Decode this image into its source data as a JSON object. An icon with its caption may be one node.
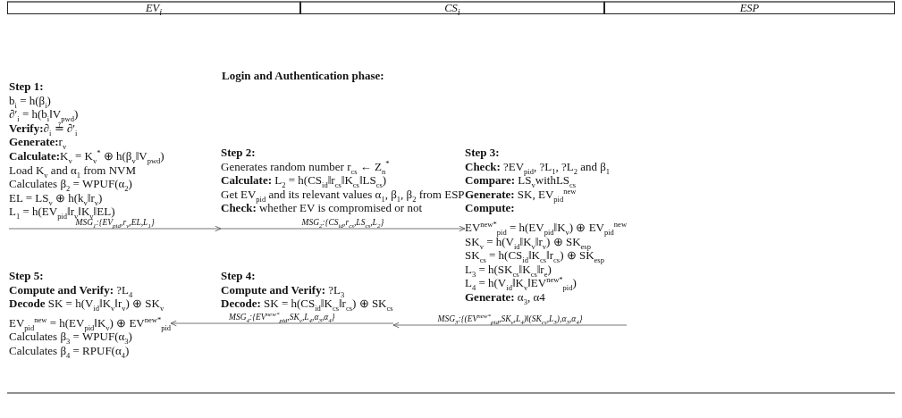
{
  "diagram": {
    "title": "Login and Authentication phase:",
    "nodes": [
      {
        "text": [
          "Step 1:",
          "b$_{i}$ = h(β$_{i}$)",
          "∂′$_{i}$ = h(b$_{i}$‖V$_{pwd}$)",
          "**Verify:**∂$_{i}$ ≟ ∂′$_{i}$",
          "**Generate:**r$_{v}$",
          "**Calculate:**K$_{v}$ = K$_{v}$$^{*}$ ⊕ h(β$_{v}$‖V$_{pwd}$)",
          "Load K$_{v}$ and α$_{1}$ from NVM",
          "Calculates β$_{2}$ = WPUF(α$_{2}$)",
          "EL = LS$_{v}$ ⊕ h(k$_{v}$‖r$_{v}$)",
          "L$_{1}$ = h(EV$_{pid}$‖r$_{v}$‖K$_{v}$‖EL)"
        ]
      },
      {
        "text": [
          "Step 2:",
          "Generates random number r$_{cs}$ ← Z$_{n}$$^{*}$",
          "**Calculate:** L$_{2}$ = h(CS$_{id}$‖r$_{cs}$‖K$_{cs}$‖LS$_{cs}$)",
          "Get EV$_{pid}$ and its relevant values α$_{1}$, β$_{1}$, β$_{2}$ from ESP",
          "**Check:** whether EV is compromised or not"
        ]
      },
      {
        "text": [
          "Step 3:",
          "**Check:** ?EV$_{pid}$, ?L$_{1}$, ?L$_{2}$ and β$_{1}$",
          "**Compare:** LS$_{v}$withLS$_{cs}$",
          "**Generate:** SK, EV$_{pid}$$^{new}$",
          "**Compute:**",
          "EV$^{new*}$$_{pid}$ = h(EV$_{pid}$‖K$_{v}$) ⊕ EV$_{pid}$$^{new}$",
          "SK$_{v}$ = h(V$_{id}$‖K$_{v}$‖r$_{v}$) ⊕ SK$_{esp}$",
          "SK$_{cs}$ = h(CS$_{id}$‖K$_{cs}$‖r$_{cs}$) ⊕ SK$_{esp}$",
          "L$_{3}$ = h(SK$_{cs}$‖K$_{cs}$‖r$_{e}$)",
          "L$_{4}$ = h(V$_{id}$‖K$_{v}$‖EV$^{new*}$$_{pid}$)",
          "**Generate:** α$_{3}$, α4"
        ]
      },
      {
        "text": [
          "Step 5:",
          "**Compute and Verify:** ?L$_{4}$",
          "**Decode** SK = h(V$_{id}$‖K$_{v}$‖r$_{v}$) ⊕ SK$_{v}$",
          "EV$_{pid}$$^{new}$ = h(EV$_{pid}$‖K$_{v}$) ⊕ EV$^{new*}$$_{pid}$",
          "Calculates β$_{3}$ = WPUF(α$_{3}$)",
          "Calculates β$_{4}$ = RPUF(α$_{4}$)"
        ]
      },
      {
        "text": [
          "Step 4:",
          "**Compute and Verify:** ?L$_{3}$",
          "**Decode:** SK = h(CS$_{id}$‖K$_{cs}$‖r$_{cs}$) ⊕ SK$_{cs}$"
        ]
      }
    ],
    "edges": [
      {
        "from": 0,
        "to": 1,
        "arrow": "to",
        "label": "MSG$_{1}$:{EV$_{pid}$,r$_{v}$,EL,L$_{1}$}"
      },
      {
        "from": 1,
        "to": 2,
        "arrow": "to",
        "label": "MSG$_{2}$:{CS$_{id}$,r$_{cs}$,LS$_{cs}$,L$_{2}$}"
      },
      {
        "from": 2,
        "to": 4,
        "arrow": "to",
        "label": "MSG$_{3}$:{(EV$^{new*}$$_{pid}$,SK$_{v}$,L$_{4}$)‖(SK$_{cs}$,L$_{3}$),α$_{3}$,α$_{4}$}"
      },
      {
        "from": 4,
        "to": 3,
        "arrow": "to",
        "label": "MSG$_{4}$:{EV$^{new*}$$_{pid}$,SK$_{v}$,L$_{4}$,α$_{3}$,α$_{4}$}"
      }
    ],
    "labels": [
      "EV$_{i}$",
      "CS$_{i}$",
      "ESP"
    ]
  }
}
